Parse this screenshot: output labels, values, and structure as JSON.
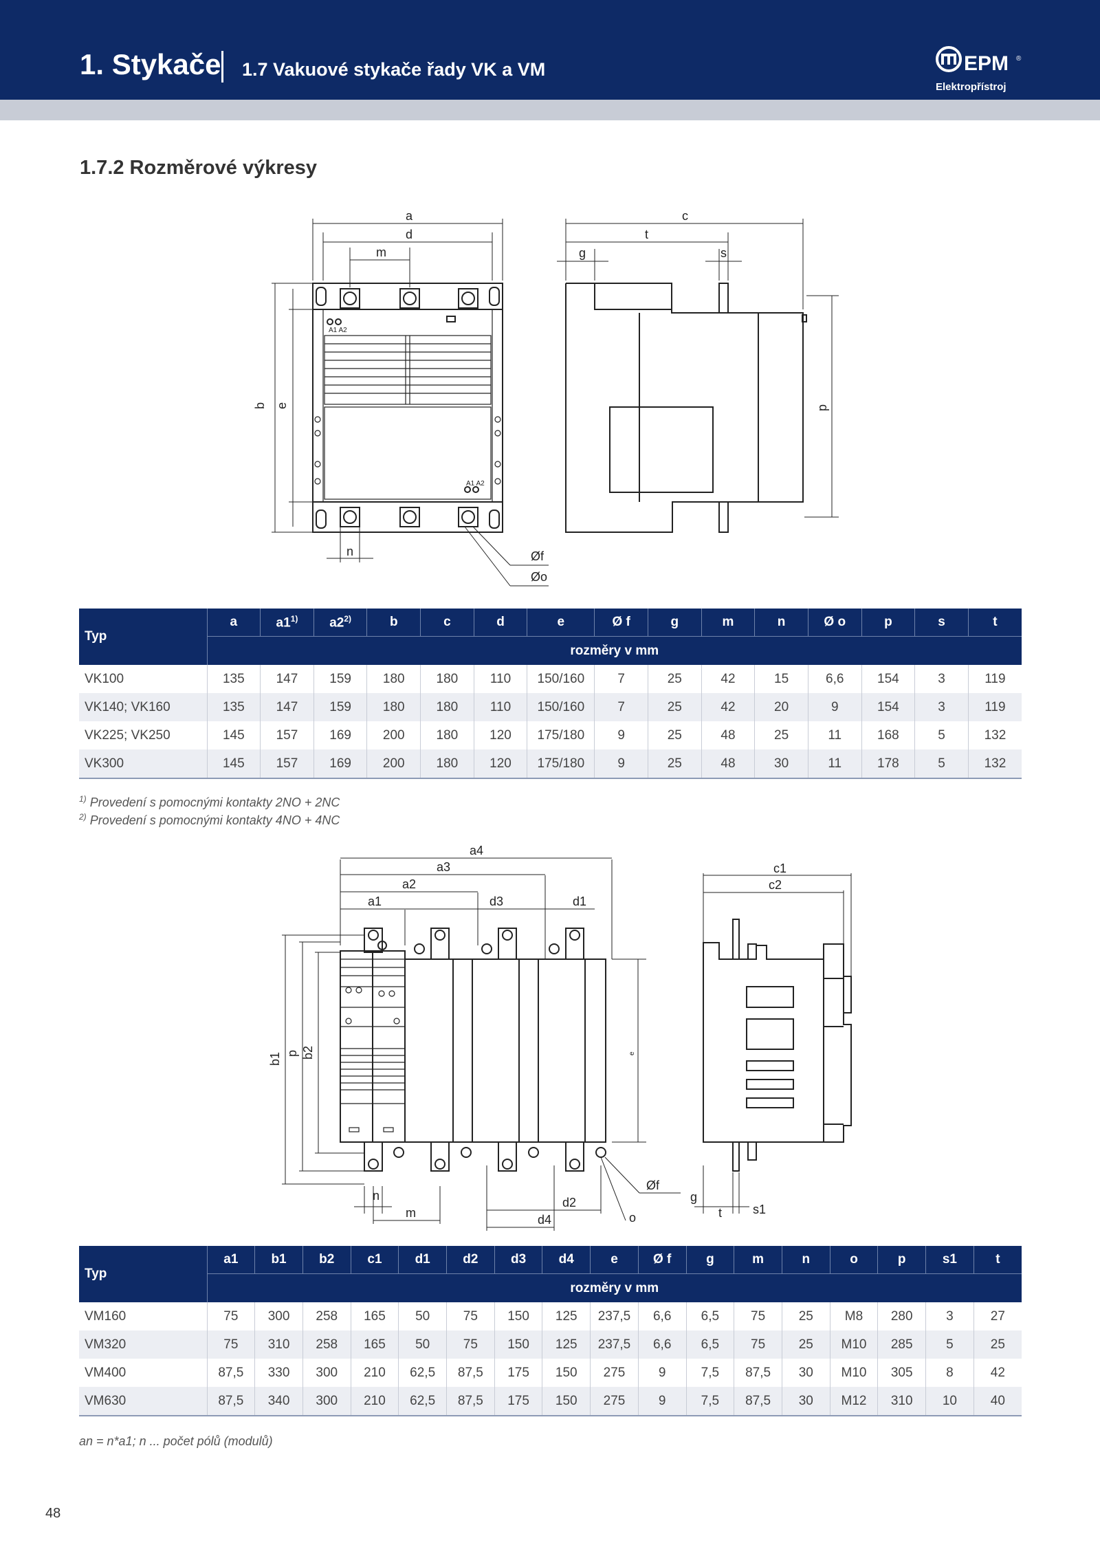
{
  "header": {
    "chapter": "1. Stykače",
    "subchapter": "1.7 Vakuové stykače řady VK a VM",
    "logo_text": "EPM",
    "logo_subtext": "Elektropřístroj",
    "logo_registered": "®"
  },
  "section_title": "1.7.2 Rozměrové výkresy",
  "drawing_vk_labels": {
    "a": "a",
    "d": "d",
    "m": "m",
    "b": "b",
    "e": "e",
    "n": "n",
    "f": "Øf",
    "o": "Øo",
    "c": "c",
    "t": "t",
    "g": "g",
    "s": "s",
    "p": "p",
    "coil1": "A1 A2",
    "coil2": "A1 A2"
  },
  "table_vk": {
    "type_header": "Typ",
    "units": "rozměry v mm",
    "columns": [
      "a",
      "a1",
      "a2",
      "b",
      "c",
      "d",
      "e",
      "Ø f",
      "g",
      "m",
      "n",
      "Ø o",
      "p",
      "s",
      "t"
    ],
    "sup_a1": "1)",
    "sup_a2": "2)",
    "rows": [
      {
        "name": "VK100",
        "values": [
          "135",
          "147",
          "159",
          "180",
          "180",
          "110",
          "150/160",
          "7",
          "25",
          "42",
          "15",
          "6,6",
          "154",
          "3",
          "119"
        ]
      },
      {
        "name": "VK140; VK160",
        "values": [
          "135",
          "147",
          "159",
          "180",
          "180",
          "110",
          "150/160",
          "7",
          "25",
          "42",
          "20",
          "9",
          "154",
          "3",
          "119"
        ]
      },
      {
        "name": "VK225; VK250",
        "values": [
          "145",
          "157",
          "169",
          "200",
          "180",
          "120",
          "175/180",
          "9",
          "25",
          "48",
          "25",
          "11",
          "168",
          "5",
          "132"
        ]
      },
      {
        "name": "VK300",
        "values": [
          "145",
          "157",
          "169",
          "200",
          "180",
          "120",
          "175/180",
          "9",
          "25",
          "48",
          "30",
          "11",
          "178",
          "5",
          "132"
        ]
      }
    ]
  },
  "notes_vk": {
    "note1_mark": "1)",
    "note1": "Provedení s pomocnými kontakty 2NO + 2NC",
    "note2_mark": "2)",
    "note2": "Provedení s pomocnými kontakty 4NO + 4NC"
  },
  "drawing_vm_labels": {
    "a4": "a4",
    "a3": "a3",
    "a2": "a2",
    "a1": "a1",
    "d3": "d3",
    "d1": "d1",
    "b1": "b1",
    "p": "p",
    "b2": "b2",
    "e": "e",
    "n": "n",
    "m": "m",
    "d2": "d2",
    "d4": "d4",
    "f": "Øf",
    "o": "o",
    "c1": "c1",
    "c2": "c2",
    "g": "g",
    "t": "t",
    "s1": "s1"
  },
  "table_vm": {
    "type_header": "Typ",
    "units": "rozměry v mm",
    "columns": [
      "a1",
      "b1",
      "b2",
      "c1",
      "d1",
      "d2",
      "d3",
      "d4",
      "e",
      "Ø f",
      "g",
      "m",
      "n",
      "o",
      "p",
      "s1",
      "t"
    ],
    "rows": [
      {
        "name": "VM160",
        "values": [
          "75",
          "300",
          "258",
          "165",
          "50",
          "75",
          "150",
          "125",
          "237,5",
          "6,6",
          "6,5",
          "75",
          "25",
          "M8",
          "280",
          "3",
          "27"
        ]
      },
      {
        "name": "VM320",
        "values": [
          "75",
          "310",
          "258",
          "165",
          "50",
          "75",
          "150",
          "125",
          "237,5",
          "6,6",
          "6,5",
          "75",
          "25",
          "M10",
          "285",
          "5",
          "25"
        ]
      },
      {
        "name": "VM400",
        "values": [
          "87,5",
          "330",
          "300",
          "210",
          "62,5",
          "87,5",
          "175",
          "150",
          "275",
          "9",
          "7,5",
          "87,5",
          "30",
          "M10",
          "305",
          "8",
          "42"
        ]
      },
      {
        "name": "VM630",
        "values": [
          "87,5",
          "340",
          "300",
          "210",
          "62,5",
          "87,5",
          "175",
          "150",
          "275",
          "9",
          "7,5",
          "87,5",
          "30",
          "M12",
          "310",
          "10",
          "40"
        ]
      }
    ]
  },
  "note_vm": "an = n*a1; n ... počet pólů (modulů)",
  "page_number": "48",
  "colors": {
    "header": "#0e2a66",
    "subbar": "#c8ccd6",
    "row_alt": "#eceef3"
  }
}
